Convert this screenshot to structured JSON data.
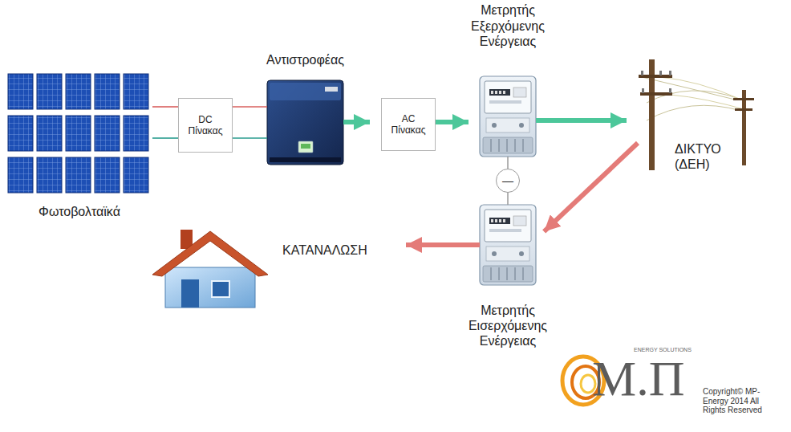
{
  "diagram": {
    "nodes": [
      {
        "text": [
          "Φωτοβολταϊκά"
        ]
      },
      {
        "text": [
          "DC Πίνακας"
        ]
      },
      {
        "text": [
          "Αντιστροφέας"
        ]
      },
      {
        "text": [
          "AC Πίνακας"
        ]
      },
      {
        "text": [
          "Μετρητής Εξερχόμενης Ενέργειας"
        ]
      },
      {
        "text": [
          "ΔΙΚΤΥΟ (ΔΕΗ)"
        ]
      },
      {
        "text": [
          "—"
        ]
      },
      {
        "text": [
          "Μετρητής Εισερχόμενης Ενέργειας"
        ]
      },
      {
        "text": [
          "ΚΑΤΑΝΑΛΩΣΗ"
        ]
      }
    ],
    "edges": [
      {
        "from": 0,
        "to": 1,
        "arrow": "none"
      },
      {
        "from": 0,
        "to": 1,
        "arrow": "none"
      },
      {
        "from": 1,
        "to": 2,
        "arrow": "none"
      },
      {
        "from": 1,
        "to": 2,
        "arrow": "none"
      },
      {
        "from": 2,
        "to": 3,
        "arrow": "to"
      },
      {
        "from": 3,
        "to": 4,
        "arrow": "to"
      },
      {
        "from": 4,
        "to": 5,
        "arrow": "to"
      },
      {
        "from": 4,
        "to": 6,
        "arrow": "none"
      },
      {
        "from": 6,
        "to": 7,
        "arrow": "none"
      },
      {
        "from": 5,
        "to": 7,
        "arrow": "to"
      },
      {
        "from": 7,
        "to": 8,
        "arrow": "to"
      }
    ],
    "labels": [
      "Μ.Π",
      "ENERGY SOLUTIONS",
      "Copyright© MP-Energy 2014 All Rights Reserved"
    ]
  }
}
